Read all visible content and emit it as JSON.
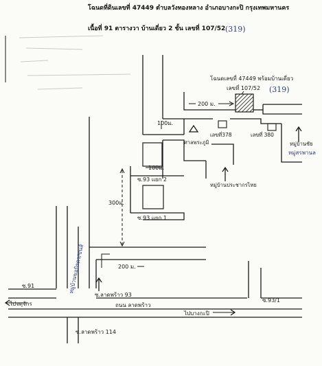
{
  "header": {
    "line1": "โฉนดที่ดินเลขที่ 47449 ตำบลวังทองหลาง อำเภอบางกะปิ กรุงเทพมหานคร",
    "line2": "เนื้อที่ 91 ตารางวา  บ้านเดี่ยว 2 ชั้น เลขที่ 107/52",
    "handwritten_code": "(319)"
  },
  "property_label": {
    "line1": "โฉนดเลขที่ 47449 พร้อมบ้านเดี่ยว",
    "line2": "เลขที่ 107/52",
    "handwritten_code": "(319)"
  },
  "distances": {
    "d200_top": "200 ม.",
    "d100_right": "100ม.",
    "d100_left": "100ม.",
    "d300": "300ม.",
    "d200_bottom": "200 ม."
  },
  "houses": {
    "h378": "เลขที่378",
    "h380": "เลขที่ 380"
  },
  "landmarks": {
    "shrine": "ศาลพระภูมิ",
    "village_kor": "หมู่บ้านชัย",
    "village_kor_hand": "หมู่สรพานล",
    "village_population": "หมู่บ้านประชากรไทย",
    "village_bottom_hand": "หมู่บ้านขอบิรดร/ขนส์"
  },
  "sois": {
    "soi93_2": "ซ.93 แยก 2",
    "soi93_1": "ซ.93 แยก 1",
    "soi91": "ซ.91",
    "soi93_main": "ซ.ลาดพร้าว 93",
    "soi93_slash1": "ซ.93/1",
    "soi114": "ซ.ลาดพร้าว 114"
  },
  "roads": {
    "main_road": "ถนน ลาดพร้าว",
    "to_left": "ไปจตุจักร",
    "to_right": "ไปบางกะปิ"
  }
}
